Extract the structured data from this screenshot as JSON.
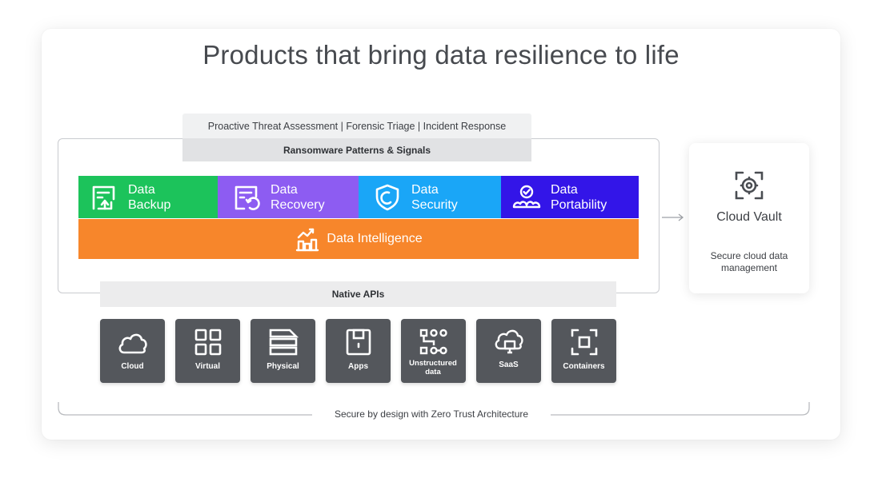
{
  "title": "Products that bring data resilience to life",
  "threat_services": "Proactive Threat Assessment |  Forensic Triage | Incident Response",
  "ransomware": "Ransomware Patterns & Signals",
  "products": [
    {
      "label": "Data\nBackup",
      "color": "#1cc35b",
      "icon": "backup-icon"
    },
    {
      "label": "Data\nRecovery",
      "color": "#8d5cf2",
      "icon": "recovery-icon"
    },
    {
      "label": "Data\nSecurity",
      "color": "#1aa6f7",
      "icon": "shield-icon"
    },
    {
      "label": "Data\nPortability",
      "color": "#3315e8",
      "icon": "portability-icon"
    }
  ],
  "intelligence": {
    "label": "Data Intelligence",
    "color": "#f7862b",
    "icon": "intelligence-icon"
  },
  "native_apis": "Native APIs",
  "cloud_vault": {
    "title": "Cloud Vault",
    "subtitle": "Secure cloud data management",
    "icon": "vault-icon"
  },
  "sources": [
    {
      "label": "Cloud",
      "icon": "cloud-icon"
    },
    {
      "label": "Virtual",
      "icon": "grid-icon"
    },
    {
      "label": "Physical",
      "icon": "server-icon"
    },
    {
      "label": "Apps",
      "icon": "app-icon"
    },
    {
      "label": "Unstructured data",
      "icon": "unstructured-icon"
    },
    {
      "label": "SaaS",
      "icon": "saas-icon"
    },
    {
      "label": "Containers",
      "icon": "container-icon"
    }
  ],
  "zero_trust": "Secure by design with Zero Trust Architecture",
  "colors": {
    "tile": "#54575c",
    "panel_light": "#f0f1f2",
    "panel_mid": "#e1e2e4"
  }
}
